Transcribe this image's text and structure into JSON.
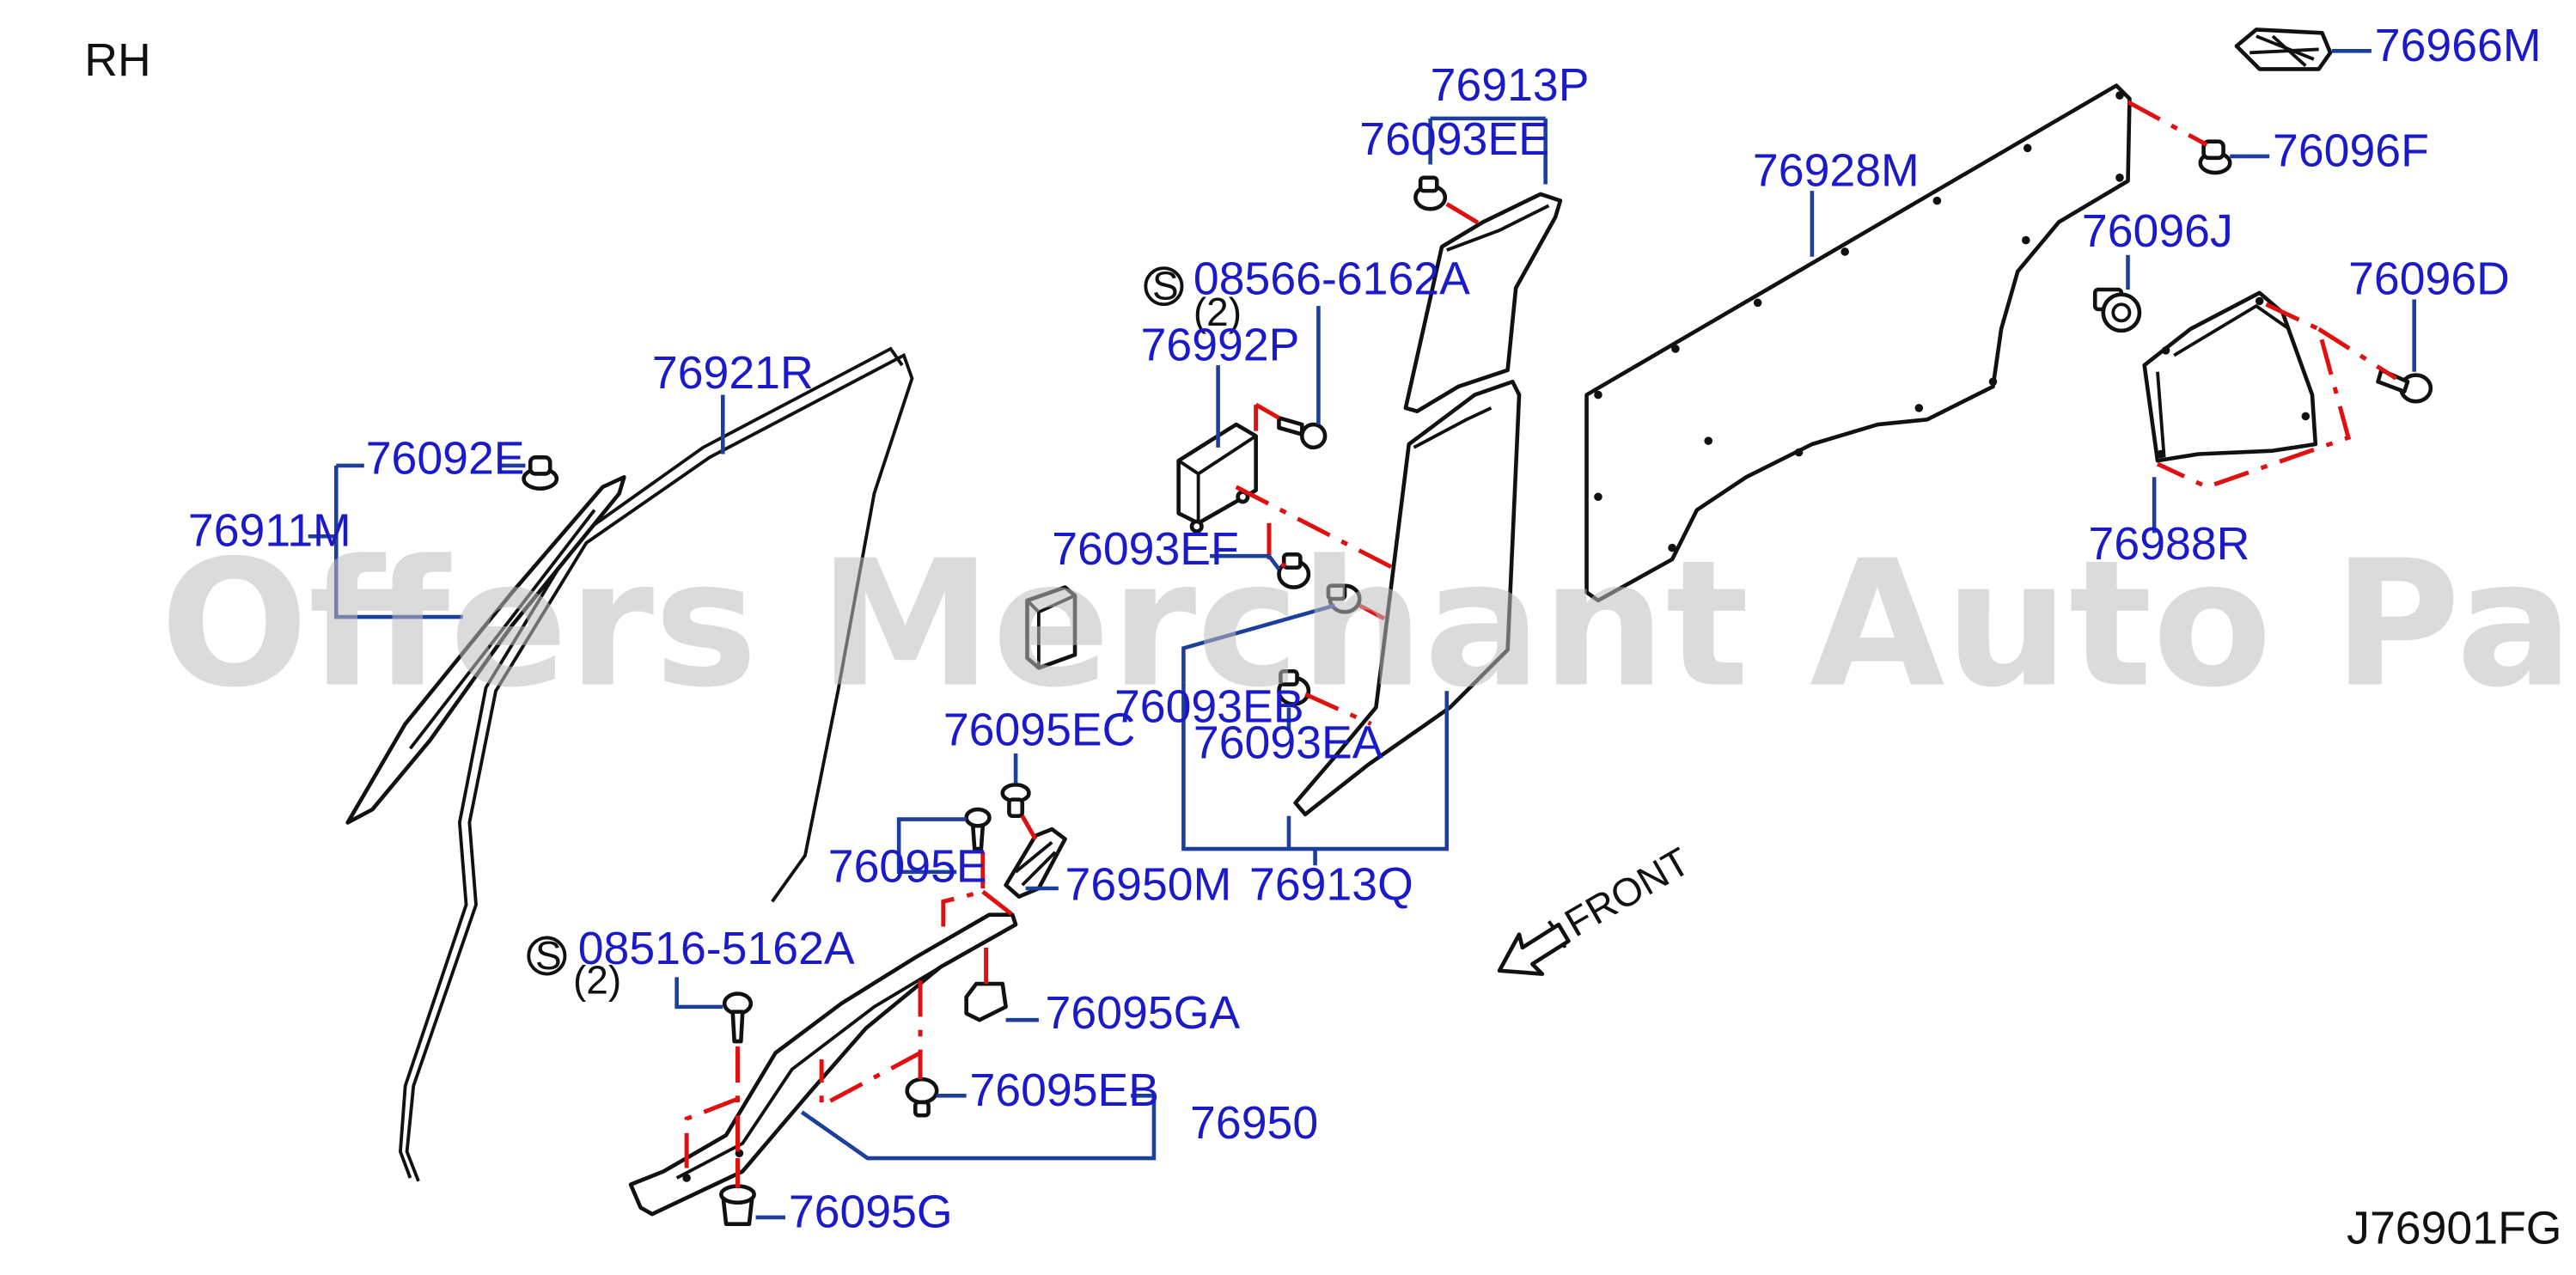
{
  "side_label": "RH",
  "figure_code": "J76901FG",
  "watermark": "Offers Merchant Auto Parts Catalog PARTSTORE.SA",
  "direction_label": "FRONT",
  "screw_symbol": "S",
  "colors": {
    "label": "#1a1ac8",
    "leader": "#1d3f9c",
    "dashed_guide": "#e01010",
    "watermark": "#bdbdbd"
  },
  "parts": {
    "p76966M": "76966M",
    "p76096F": "76096F",
    "p76913P": "76913P",
    "p76093EE": "76093EE",
    "p76928M": "76928M",
    "p76096J": "76096J",
    "p76096D": "76096D",
    "p08566": "08566-6162A",
    "p08566_qty": "(2)",
    "p76992P": "76992P",
    "p76921R": "76921R",
    "p76092E": "76092E",
    "p76911M": "76911M",
    "p76093EF": "76093EF",
    "p76988R": "76988R",
    "p76093EB": "76093EB",
    "p76093EA": "76093EA",
    "p76095EC": "76095EC",
    "p76095E": "76095E",
    "p76950M": "76950M",
    "p76913Q": "76913Q",
    "p08516": "08516-5162A",
    "p08516_qty": "(2)",
    "p76095GA": "76095GA",
    "p76095EB": "76095EB",
    "p76950": "76950",
    "p76095G": "76095G"
  }
}
